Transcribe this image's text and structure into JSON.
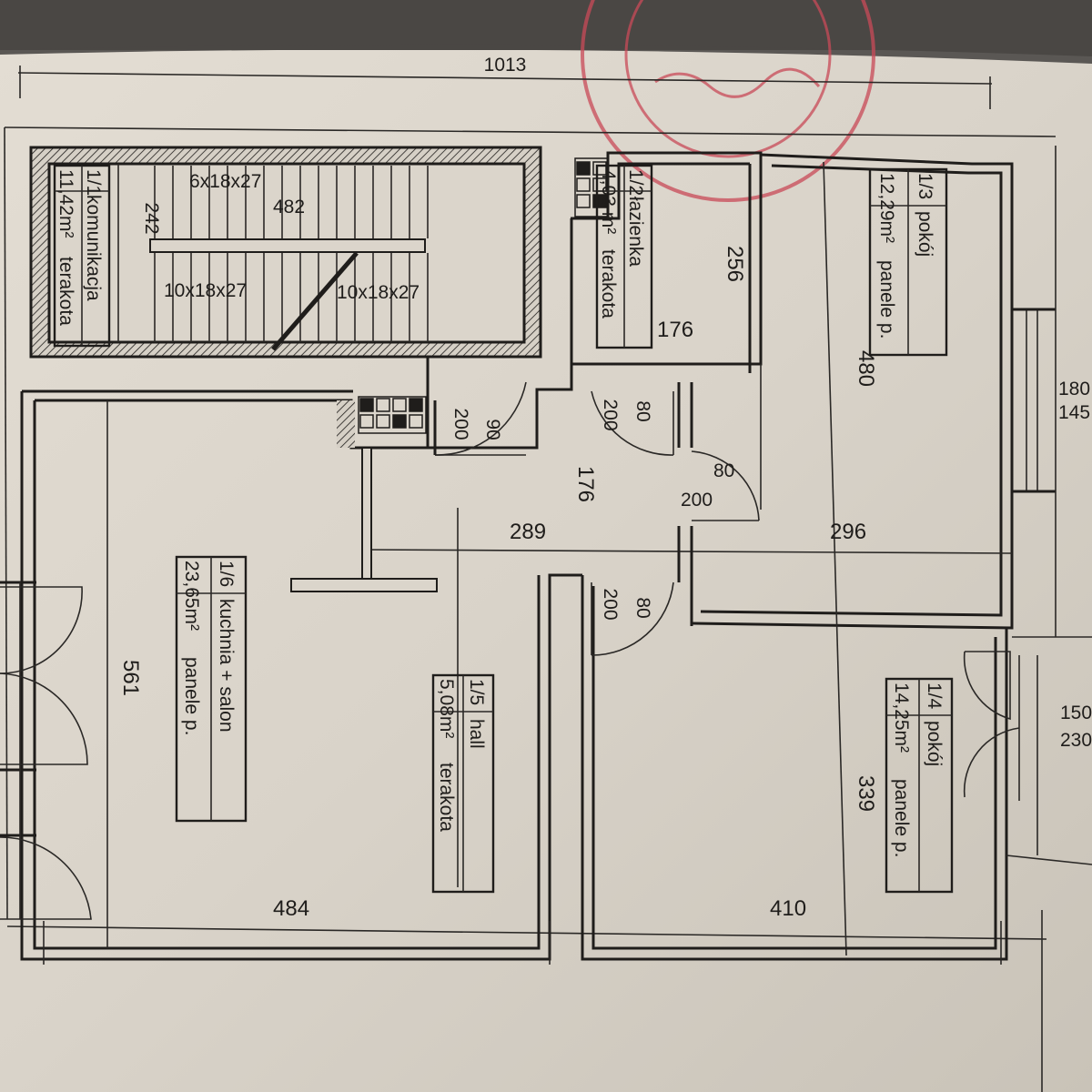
{
  "stamp": {
    "color": "#c94a58"
  },
  "dimensions": {
    "overall_width": "1013",
    "stair_width": "482",
    "stair_depth": "242",
    "bath_depth": "256",
    "bath_width": "176",
    "room13_depth": "480",
    "hall_width": "176",
    "hall_span": "289",
    "room13_width": "296",
    "kitchen_depth": "561",
    "kitchen_width": "484",
    "room14_depth": "339",
    "room14_width": "410"
  },
  "stairs": {
    "top": "6x18x27",
    "left": "10x18x27",
    "right": "10x18x27"
  },
  "doors": {
    "d1_w": "90",
    "d1_h": "200",
    "d2_w": "80",
    "d2_h": "200",
    "d3_w": "80",
    "d3_h": "200",
    "d4_w": "80",
    "d4_h": "200"
  },
  "windows": {
    "w1_w": "180",
    "w1_h": "145",
    "w2_w": "150",
    "w2_h": "230"
  },
  "rooms": [
    {
      "number": "1/1",
      "name": "komunikacja",
      "area": "11,42m²",
      "floor": "terakota"
    },
    {
      "number": "1/2",
      "name": "łazienka",
      "area": "4,03 m²",
      "floor": "terakota"
    },
    {
      "number": "1/3",
      "name": "pokój",
      "area": "12,29m²",
      "floor": "panele p."
    },
    {
      "number": "1/4",
      "name": "pokój",
      "area": "14,25m²",
      "floor": "panele p."
    },
    {
      "number": "1/5",
      "name": "hall",
      "area": "5,08m²",
      "floor": "terakota"
    },
    {
      "number": "1/6",
      "name": "kuchnia + salon",
      "area": "23,65m²",
      "floor": "panele p."
    }
  ]
}
